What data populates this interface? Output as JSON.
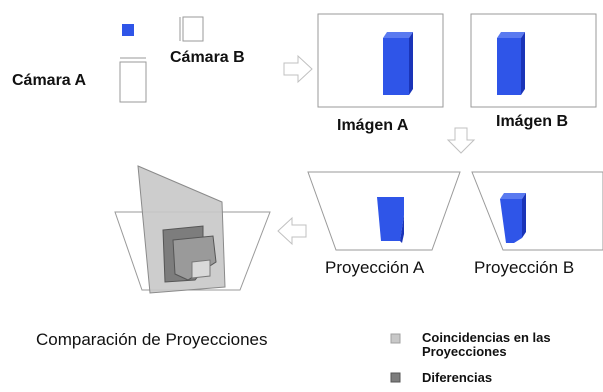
{
  "labels": {
    "camera_a": "Cámara A",
    "camera_b": "Cámara B",
    "image_a": "Imágen A",
    "image_b": "Imágen B",
    "projection_a": "Proyección A",
    "projection_b": "Proyección B",
    "comparison": "Comparación de Proyecciones"
  },
  "legend": {
    "coincidences": "Coincidencias en las Proyecciones",
    "differences": "Diferencias"
  },
  "colors": {
    "object_blue": "#2f55e8",
    "object_blue_side": "#1a34b8",
    "coincidence_gray": "#c8c8c8",
    "difference_gray": "#7d7d7d",
    "frame_gray": "#9a9a9a",
    "arrow_gray": "#c0c0c0"
  }
}
